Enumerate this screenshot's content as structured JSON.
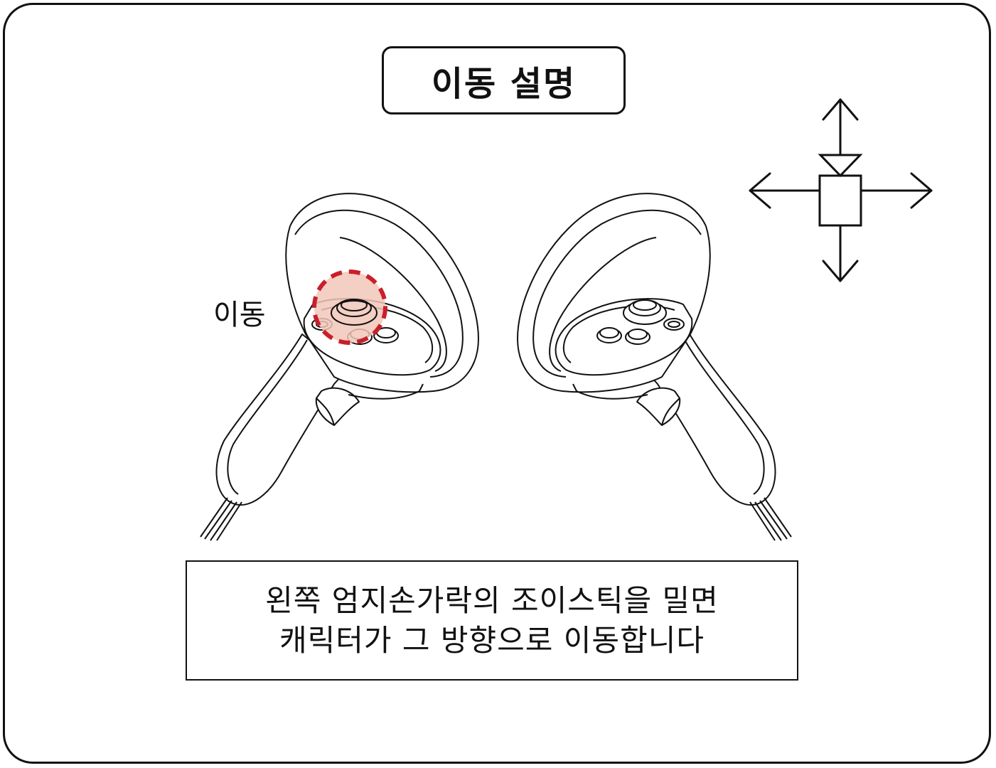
{
  "title": "이동 설명",
  "callout": {
    "label": "이동",
    "highlight_color": "#c8202a",
    "highlight_fill": "#f2c7b8"
  },
  "description": {
    "line1": "왼쪽 엄지손가락의 조이스틱을 밀면",
    "line2": "캐릭터가 그 방향으로 이동합니다"
  },
  "icons": {
    "direction": "direction-arrows-icon",
    "camera": "camera-icon",
    "left_controller": "left-controller-icon",
    "right_controller": "right-controller-icon"
  },
  "colors": {
    "line": "#111111",
    "background": "#ffffff"
  }
}
